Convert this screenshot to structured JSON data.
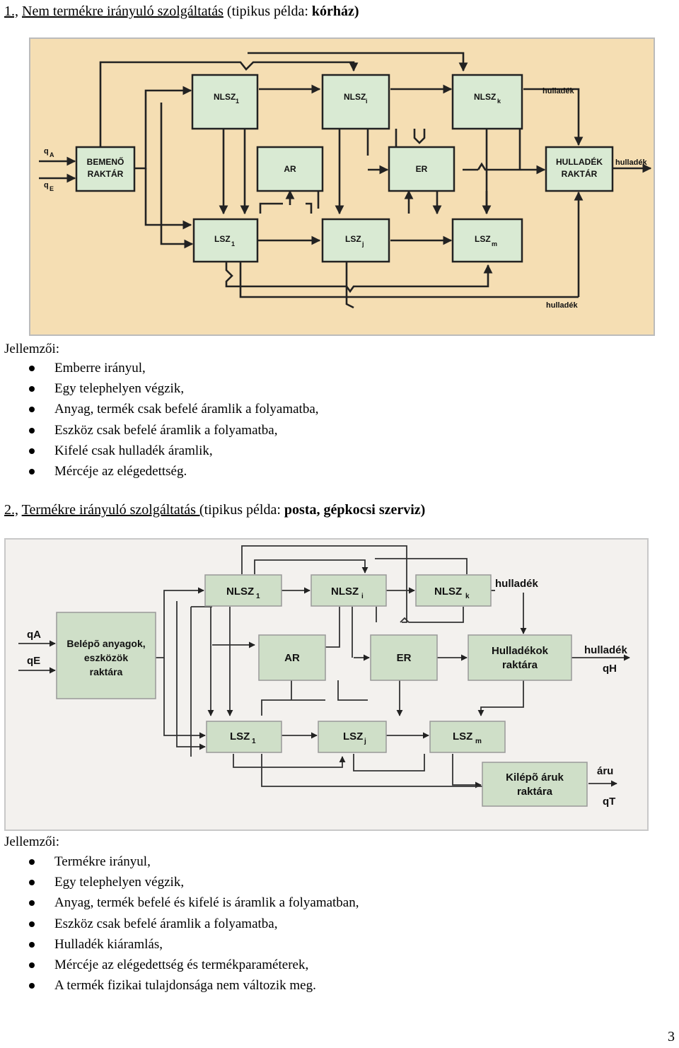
{
  "section1": {
    "number": "1.,",
    "title_underlined": "Nem termékre irányuló szolgáltatás",
    "title_rest": "(tipikus példa:",
    "example": "kórház)",
    "diagram": {
      "boxes": {
        "nlsz1": "NLSZ",
        "nlsz1_sub": "1",
        "nlszi": "NLSZ",
        "nlszi_sub": "i",
        "nlszk": "NLSZ",
        "nlszk_sub": "k",
        "bemeno1": "BEMENŐ",
        "bemeno2": "RAKTÁR",
        "ar": "AR",
        "er": "ER",
        "hullrakt1": "HULLADÉK",
        "hullrakt2": "RAKTÁR",
        "lsz1": "LSZ",
        "lsz1_sub": "1",
        "lszj": "LSZ",
        "lszj_sub": "j",
        "lszm": "LSZ",
        "lszm_sub": "m"
      },
      "labels": {
        "qA": "q",
        "qA_sub": "A",
        "qE": "q",
        "qE_sub": "E",
        "hulladek_top": "hulladék",
        "hulladek_out": "hulladék",
        "hulladek_bottom": "hulladék"
      }
    },
    "characteristics_label": "Jellemzői:",
    "characteristics": [
      "Emberre irányul,",
      "Egy telephelyen végzik,",
      "Anyag, termék csak befelé áramlik a folyamatba,",
      "Eszköz csak befelé áramlik a folyamatba,",
      "Kifelé csak hulladék áramlik,",
      "Mércéje az elégedettség."
    ]
  },
  "section2": {
    "number": "2.,",
    "title_underlined": "Termékre irányuló szolgáltatás (",
    "title_rest": "tipikus példa:",
    "example": "posta, gépkocsi szerviz)",
    "diagram": {
      "boxes": {
        "belepo1": "Belépõ anyagok,",
        "belepo2": "eszközök",
        "belepo3": "raktára",
        "nlsz1": "NLSZ",
        "nlsz1_sub": "1",
        "nlszi": "NLSZ",
        "nlszi_sub": "i",
        "nlszk": "NLSZ",
        "nlszk_sub": "k",
        "ar": "AR",
        "er": "ER",
        "hullrakt1": "Hulladékok",
        "hullrakt2": "raktára",
        "lsz1": "LSZ",
        "lsz1_sub": "1",
        "lszj": "LSZ",
        "lszj_sub": "j",
        "lszm": "LSZ",
        "lszm_sub": "m",
        "kilepo1": "Kilépõ áruk",
        "kilepo2": "raktára"
      },
      "labels": {
        "qA": "qA",
        "qE": "qE",
        "hulladek_top": "hulladék",
        "hulladek_out": "hulladék",
        "qH": "qH",
        "aru": "áru",
        "qT": "qT"
      }
    },
    "characteristics_label": "Jellemzői:",
    "characteristics": [
      "Termékre irányul,",
      "Egy telephelyen végzik,",
      "Anyag, termék befelé és kifelé is áramlik a folyamatban,",
      "Eszköz csak befelé áramlik a folyamatba,",
      "Hulladék kiáramlás,",
      "Mércéje az elégedettség és termékparaméterek,",
      "A termék fizikai tulajdonsága nem változik meg."
    ]
  },
  "page_number": "3",
  "colors": {
    "panel": "#f5deb3",
    "box": "#d9ead3",
    "panel2": "#f3f1ee",
    "box2": "#cfdfc8"
  }
}
